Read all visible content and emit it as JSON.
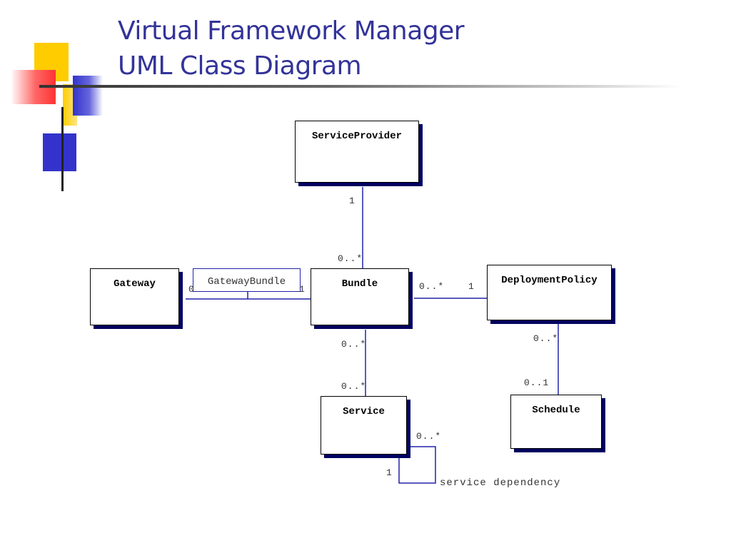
{
  "slide": {
    "title_line1": "Virtual Framework Manager",
    "title_line2": "UML Class Diagram"
  },
  "colors": {
    "title": "#333399",
    "connector": "#2222aa",
    "box_shadow": "#000060",
    "deco_yellow": "#ffcc00",
    "deco_red": "#ff3333",
    "deco_blue": "#3333cc"
  },
  "classes": {
    "service_provider": "ServiceProvider",
    "gateway": "Gateway",
    "bundle": "Bundle",
    "deployment_policy": "DeploymentPolicy",
    "service": "Service",
    "schedule": "Schedule"
  },
  "association_class": {
    "gateway_bundle": "GatewayBundle"
  },
  "multiplicities": {
    "provider_end": "1",
    "provider_bundle_end": "0..*",
    "gateway_end": "0",
    "gateway_bundle_end": "1",
    "bundle_policy_end": "0..*",
    "policy_end": "1",
    "bundle_service_end": "0..*",
    "service_bundle_end": "0..*",
    "policy_schedule_end": "0..*",
    "schedule_end": "0..1",
    "dependency_out": "0..*",
    "dependency_in": "1"
  },
  "self_association": {
    "label": "service dependency"
  }
}
